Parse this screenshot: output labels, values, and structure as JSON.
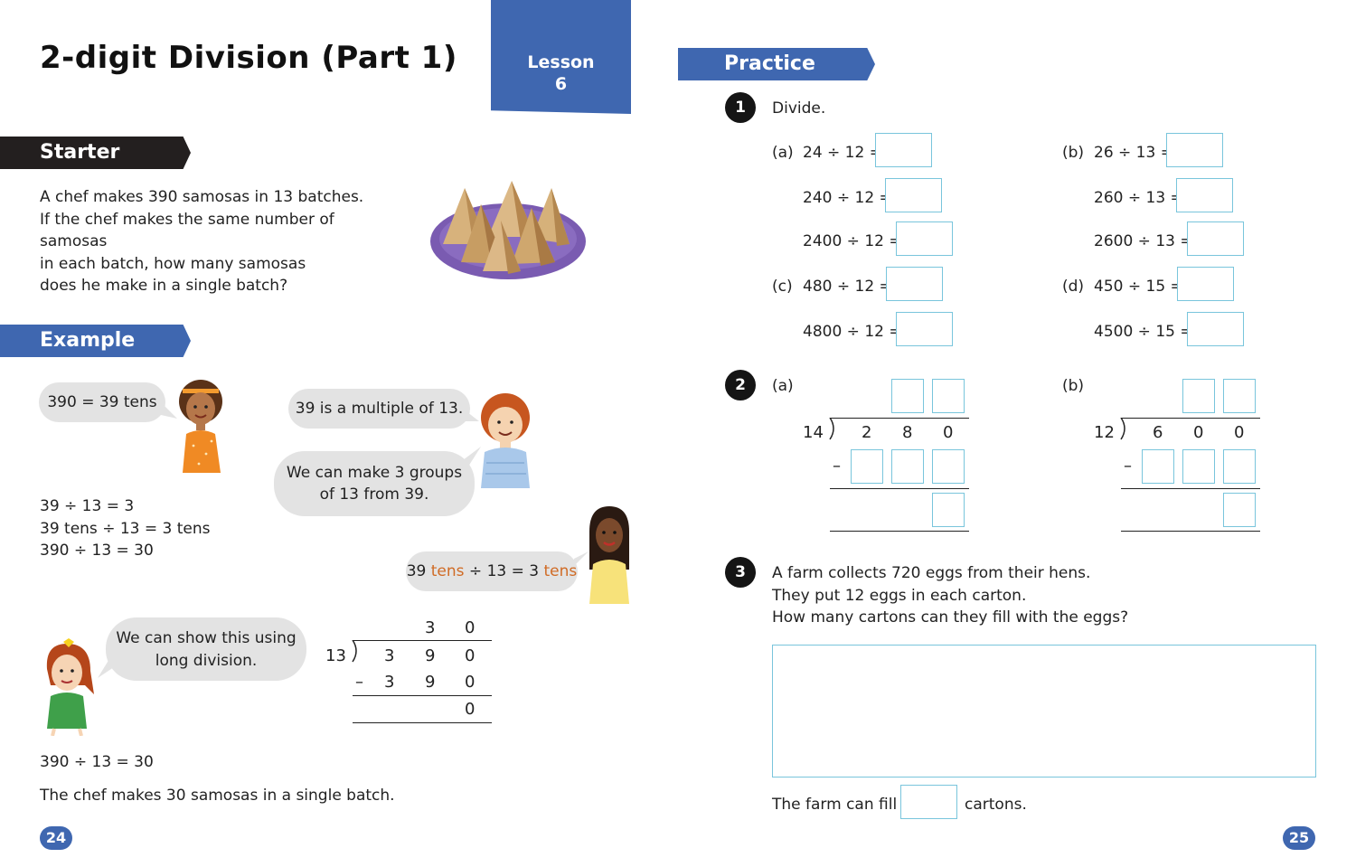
{
  "page_title": "2-digit Division (Part 1)",
  "lesson": {
    "label": "Lesson",
    "number": "6"
  },
  "starter": {
    "heading": "Starter",
    "lines": [
      "A chef makes 390 samosas in 13 batches.",
      "If the chef makes the same number of samosas",
      "in each batch, how many samosas",
      "does he make in a single batch?"
    ]
  },
  "example": {
    "heading": "Example",
    "bubble_1": "390 = 39 tens",
    "bubble_2": "39 is a multiple of 13.",
    "bubble_3_line1": "We can make 3 groups",
    "bubble_3_line2": "of 13 from 39.",
    "bubble_4": {
      "p1": "39 ",
      "p2": "tens",
      "p3": " ÷ 13 = 3 ",
      "p4": "tens"
    },
    "bubble_5_line1": "We can show this using",
    "bubble_5_line2": "long division.",
    "working": [
      "39 ÷ 13 = 3",
      "39 tens ÷ 13 = 3 tens",
      "390 ÷ 13 = 30"
    ],
    "long_division": {
      "divisor": "13",
      "quotient": [
        "3",
        "0"
      ],
      "dividend": [
        "3",
        "9",
        "0"
      ],
      "minus": "–",
      "subtract": [
        "3",
        "9",
        "0"
      ],
      "remainder": "0"
    },
    "result_equation": "390 ÷ 13 = 30",
    "conclusion": "The chef makes 30 samosas in a single batch."
  },
  "practice": {
    "heading": "Practice",
    "q1": {
      "number": "1",
      "instruction": "Divide.",
      "a": {
        "label": "(a)",
        "rows": [
          "24 ÷ 12 =",
          "240 ÷ 12 =",
          "2400 ÷ 12 ="
        ]
      },
      "b": {
        "label": "(b)",
        "rows": [
          "26 ÷ 13 =",
          "260 ÷ 13 =",
          "2600 ÷ 13 ="
        ]
      },
      "c": {
        "label": "(c)",
        "rows": [
          "480 ÷ 12 =",
          "4800 ÷ 12 ="
        ]
      },
      "d": {
        "label": "(d)",
        "rows": [
          "450 ÷ 15 =",
          "4500 ÷ 15 ="
        ]
      }
    },
    "q2": {
      "number": "2",
      "a": {
        "label": "(a)",
        "divisor": "14",
        "dividend": [
          "2",
          "8",
          "0"
        ],
        "minus": "–"
      },
      "b": {
        "label": "(b)",
        "divisor": "12",
        "dividend": [
          "6",
          "0",
          "0"
        ],
        "minus": "–"
      }
    },
    "q3": {
      "number": "3",
      "lines": [
        "A farm collects 720 eggs from their hens.",
        "They put 12 eggs in each carton.",
        "How many cartons can they fill with the eggs?"
      ],
      "answer_prefix": "The farm can fill",
      "answer_suffix": "cartons."
    }
  },
  "page_numbers": {
    "left": "24",
    "right": "25"
  },
  "colors": {
    "brand_blue": "#3f67b0",
    "starter_black": "#231f1f",
    "accent_orange": "#d06b25",
    "answer_box": "#79c5dc"
  }
}
